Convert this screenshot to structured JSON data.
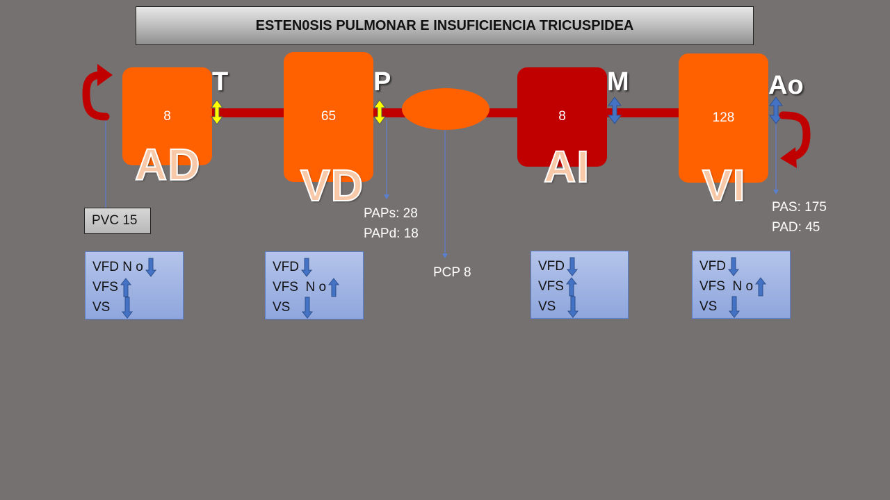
{
  "title": "ESTEN0SIS PULMONAR E INSUFICIENCIA TRICUSPIDEA",
  "chambers": {
    "ad": {
      "value": "8",
      "label": "AD"
    },
    "vd": {
      "value": "65",
      "label": "VD"
    },
    "ai": {
      "value": "8",
      "label": "AI"
    },
    "vi": {
      "value": "128",
      "label": "VI"
    }
  },
  "valves": {
    "t": "T",
    "p": "P",
    "m": "M",
    "ao": "Ao"
  },
  "pressures": {
    "pvc": "PVC 15",
    "paps": "PAPs: 28",
    "papd": "PAPd: 18",
    "pcp": "PCP 8",
    "pas": "PAS: 175",
    "pad": "PAD: 45"
  },
  "volumes": {
    "ad": {
      "vfd": "VFD N o",
      "vfs": "VFS",
      "vs": "VS"
    },
    "vd": {
      "vfd": "VFD",
      "vfs": "VFS  N o",
      "vs": "VS"
    },
    "ai": {
      "vfd": "VFD",
      "vfs": "VFS",
      "vs": "VS"
    },
    "vi": {
      "vfd": "VFD",
      "vfs": "VFS  N o",
      "vs": "VS"
    }
  },
  "colors": {
    "chamber_orange": "#ff6000",
    "chamber_red": "#c00000",
    "pipe": "#c00000",
    "valve_yellow": "#ffff00",
    "valve_blue": "#4472c4",
    "arrow_blue": "#4472c4",
    "background": "#767171"
  }
}
